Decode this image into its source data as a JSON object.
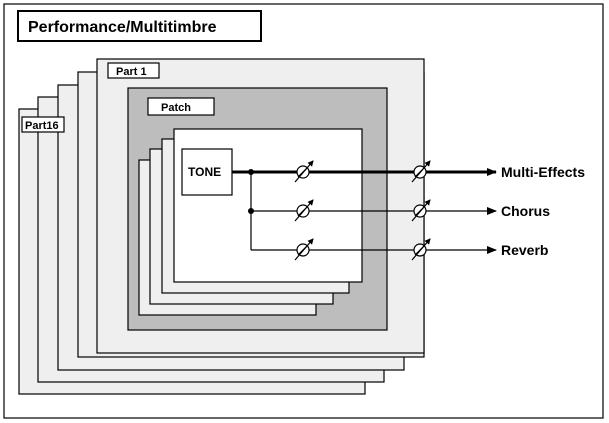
{
  "diagram": {
    "title": "Performance/Multitimbre",
    "part_back_label": "Part16",
    "part_front_label": "Part 1",
    "patch_label": "Patch",
    "tone_label": "TONE",
    "outputs": {
      "multi_effects": "Multi-Effects",
      "chorus": "Chorus",
      "reverb": "Reverb"
    }
  },
  "colors": {
    "part_fill": "#efefef",
    "patch_fill": "#bdbdbd",
    "line": "#000000"
  },
  "icons": {
    "level_knob": "adjustable-level-knob-icon",
    "arrow": "arrow-right-icon"
  }
}
